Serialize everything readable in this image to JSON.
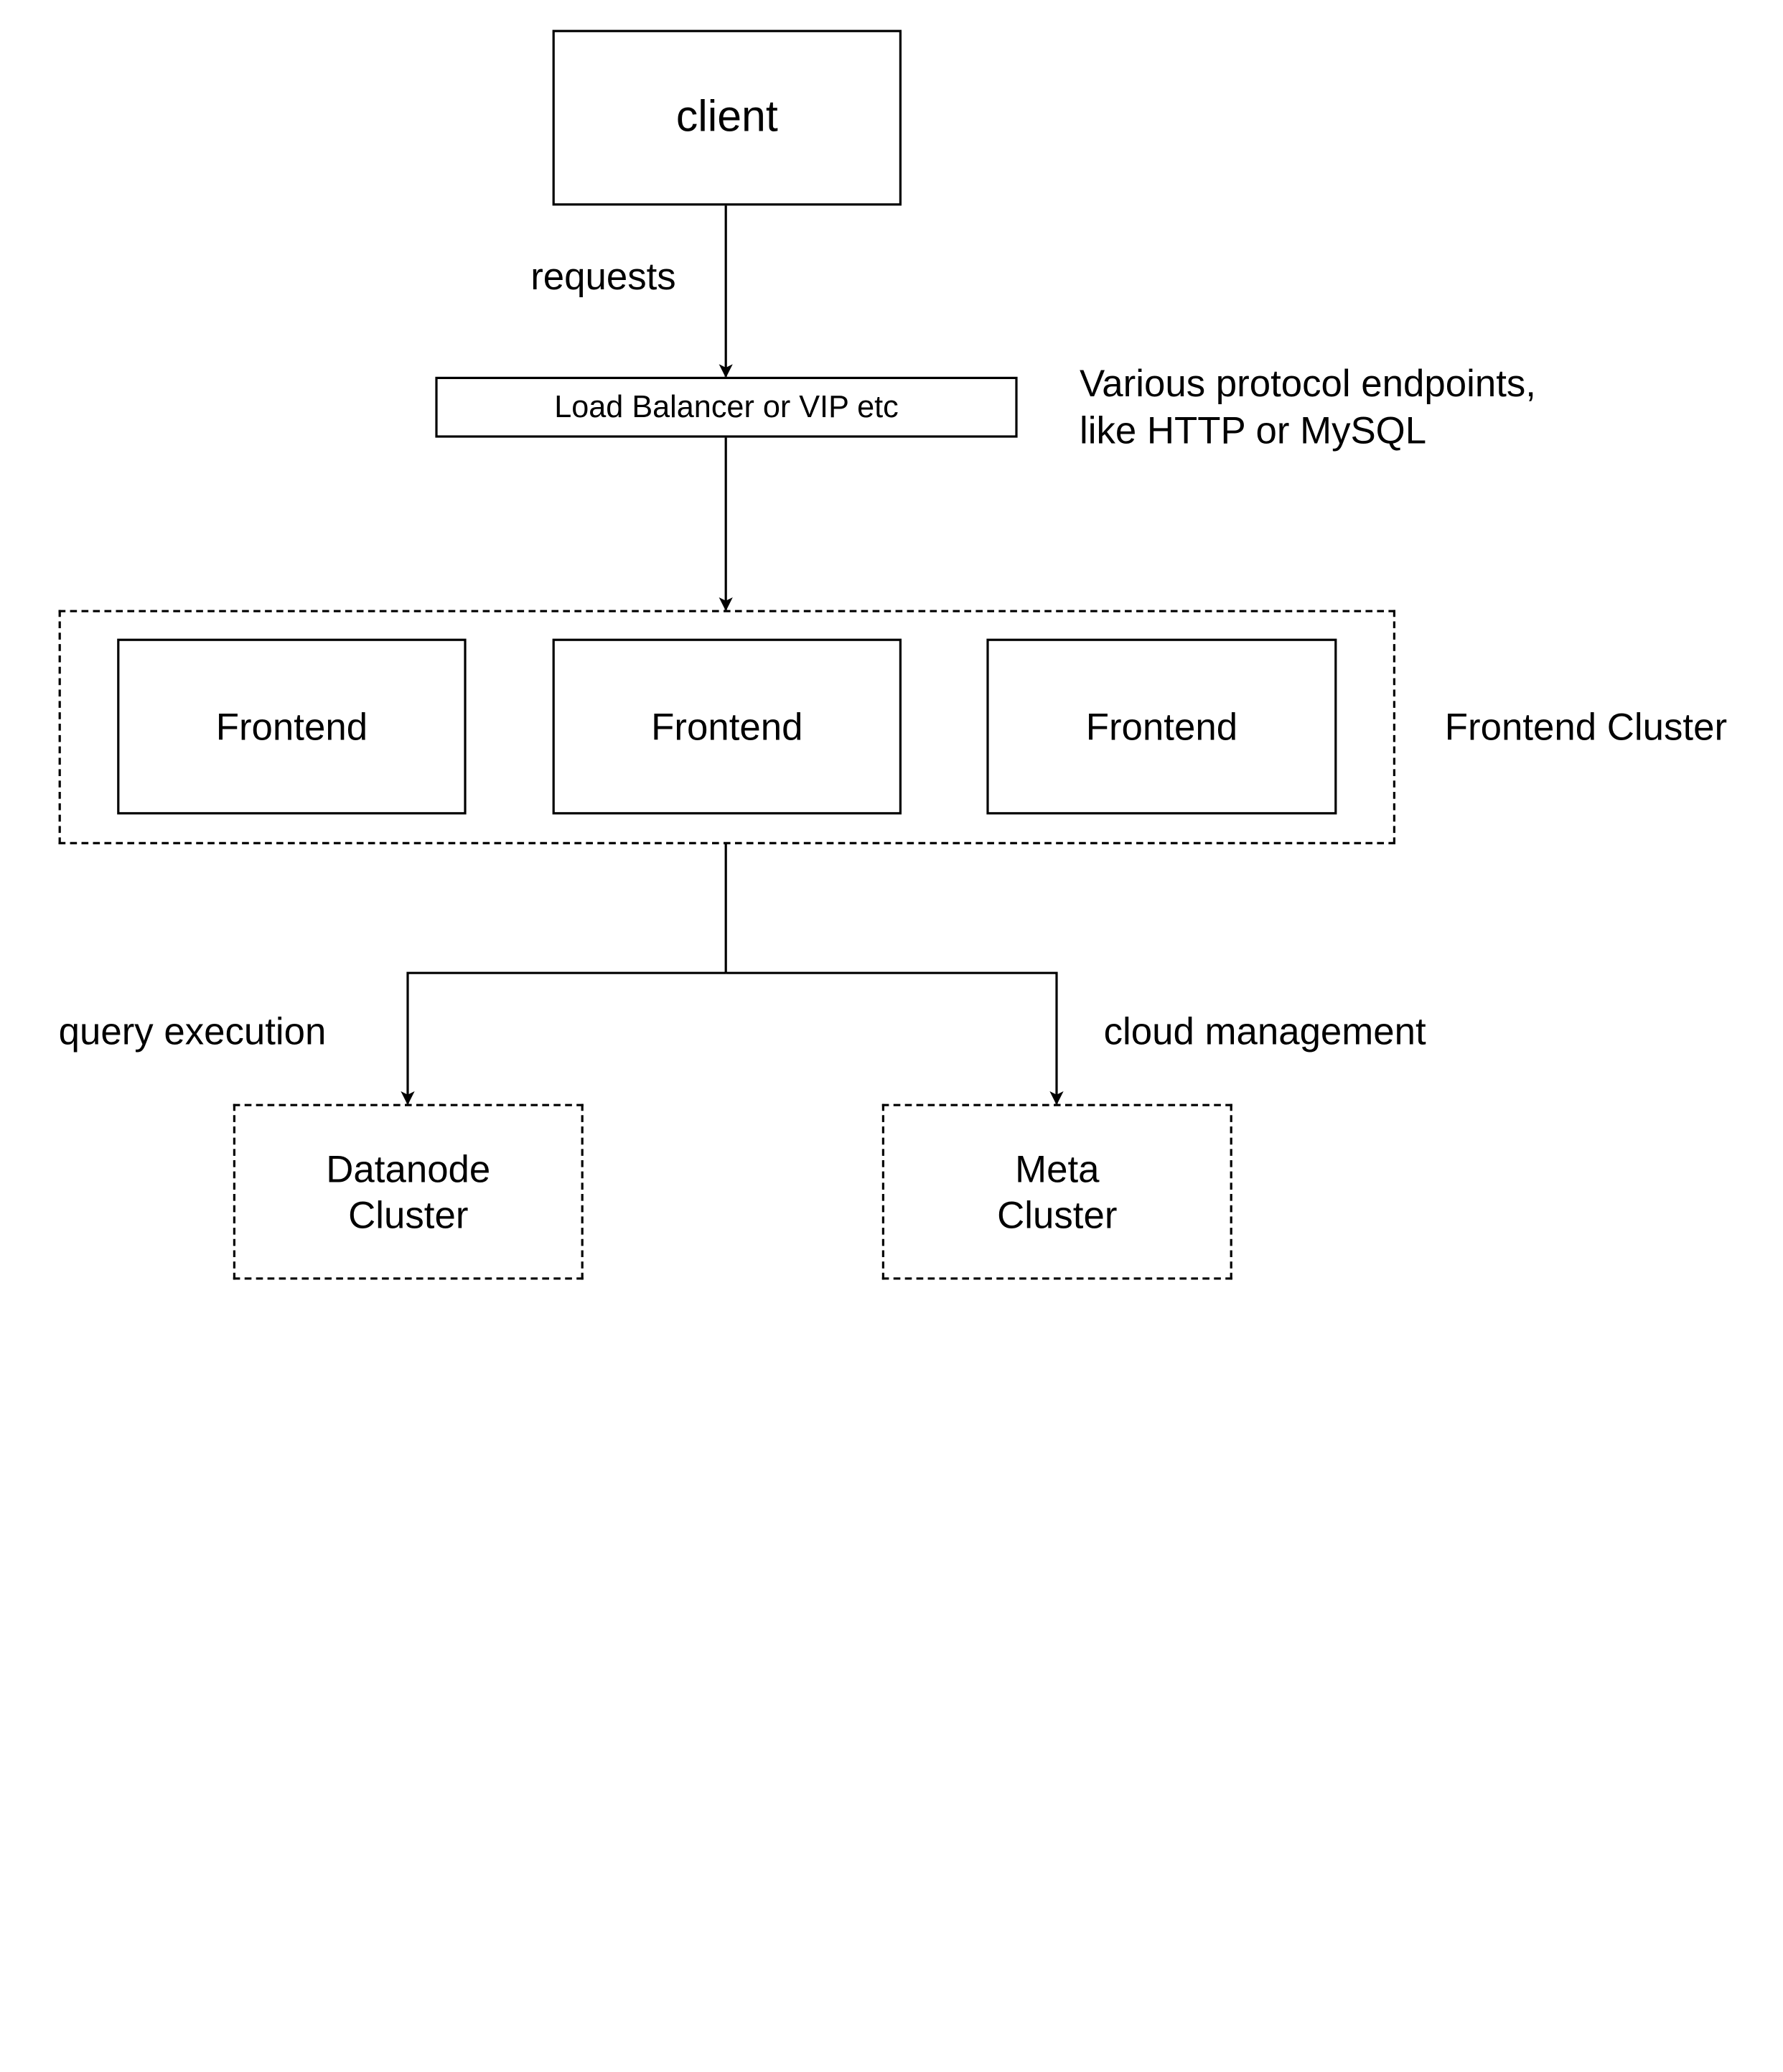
{
  "nodes": {
    "client": "client",
    "load_balancer": "Load Balancer or VIP etc",
    "frontends": [
      "Frontend",
      "Frontend",
      "Frontend"
    ],
    "datanode_cluster": "Datanode\nCluster",
    "meta_cluster": "Meta\nCluster"
  },
  "labels": {
    "requests": "requests",
    "protocol_endpoints": "Various protocol endpoints,\nlike HTTP or MySQL",
    "frontend_cluster": "Frontend Cluster",
    "query_execution": "query execution",
    "cloud_management": "cloud management"
  },
  "colors": {
    "stroke": "#000000",
    "background": "#ffffff"
  }
}
